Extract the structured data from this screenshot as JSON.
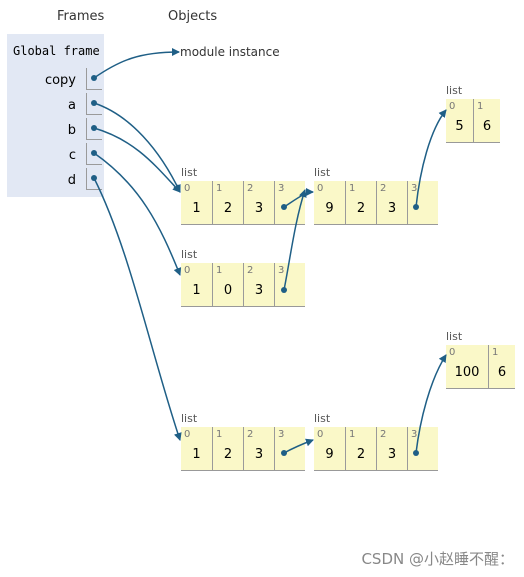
{
  "headers": {
    "frames": "Frames",
    "objects": "Objects"
  },
  "frame": {
    "title": "Global frame",
    "vars": [
      {
        "name": "copy"
      },
      {
        "name": "a"
      },
      {
        "name": "b"
      },
      {
        "name": "c"
      },
      {
        "name": "d"
      }
    ]
  },
  "module_label": "module instance",
  "lists": [
    {
      "label": "list",
      "items": [
        {
          "i": "0",
          "v": "5"
        },
        {
          "i": "1",
          "v": "6"
        }
      ]
    },
    {
      "label": "list",
      "items": [
        {
          "i": "0",
          "v": "1"
        },
        {
          "i": "1",
          "v": "2"
        },
        {
          "i": "2",
          "v": "3"
        },
        {
          "i": "3",
          "v": ""
        }
      ]
    },
    {
      "label": "list",
      "items": [
        {
          "i": "0",
          "v": "9"
        },
        {
          "i": "1",
          "v": "2"
        },
        {
          "i": "2",
          "v": "3"
        },
        {
          "i": "3",
          "v": ""
        }
      ]
    },
    {
      "label": "list",
      "items": [
        {
          "i": "0",
          "v": "1"
        },
        {
          "i": "1",
          "v": "0"
        },
        {
          "i": "2",
          "v": "3"
        },
        {
          "i": "3",
          "v": ""
        }
      ]
    },
    {
      "label": "list",
      "items": [
        {
          "i": "0",
          "v": "100"
        },
        {
          "i": "1",
          "v": "6"
        }
      ]
    },
    {
      "label": "list",
      "items": [
        {
          "i": "0",
          "v": "1"
        },
        {
          "i": "1",
          "v": "2"
        },
        {
          "i": "2",
          "v": "3"
        },
        {
          "i": "3",
          "v": ""
        }
      ]
    },
    {
      "label": "list",
      "items": [
        {
          "i": "0",
          "v": "9"
        },
        {
          "i": "1",
          "v": "2"
        },
        {
          "i": "2",
          "v": "3"
        },
        {
          "i": "3",
          "v": ""
        }
      ]
    }
  ],
  "watermark": "CSDN @小赵睡不醒：",
  "colors": {
    "frame_bg": "#e2e8f4",
    "list_bg": "#faf8c8",
    "arrow": "#1f5f86"
  }
}
